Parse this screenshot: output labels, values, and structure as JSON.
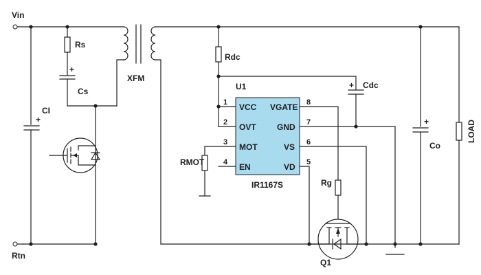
{
  "labels": {
    "vin": "Vin",
    "rtn": "Rtn",
    "rs": "Rs",
    "cs": "Cs",
    "ci": "CI",
    "xfm": "XFM",
    "rdc": "Rdc",
    "u1": "U1",
    "cdc": "Cdc",
    "co": "Co",
    "load": "LOAD",
    "rmot": "RMOT",
    "rg": "Rg",
    "q1": "Q1",
    "plus": "+"
  },
  "ic": {
    "name": "IR1167S",
    "fill": "#a9dbef",
    "pins": [
      {
        "num": "1",
        "name": "VCC"
      },
      {
        "num": "2",
        "name": "OVT"
      },
      {
        "num": "3",
        "name": "MOT"
      },
      {
        "num": "4",
        "name": "EN"
      },
      {
        "num": "8",
        "name": "VGATE"
      },
      {
        "num": "7",
        "name": "GND"
      },
      {
        "num": "6",
        "name": "VS"
      },
      {
        "num": "5",
        "name": "VD"
      }
    ]
  }
}
